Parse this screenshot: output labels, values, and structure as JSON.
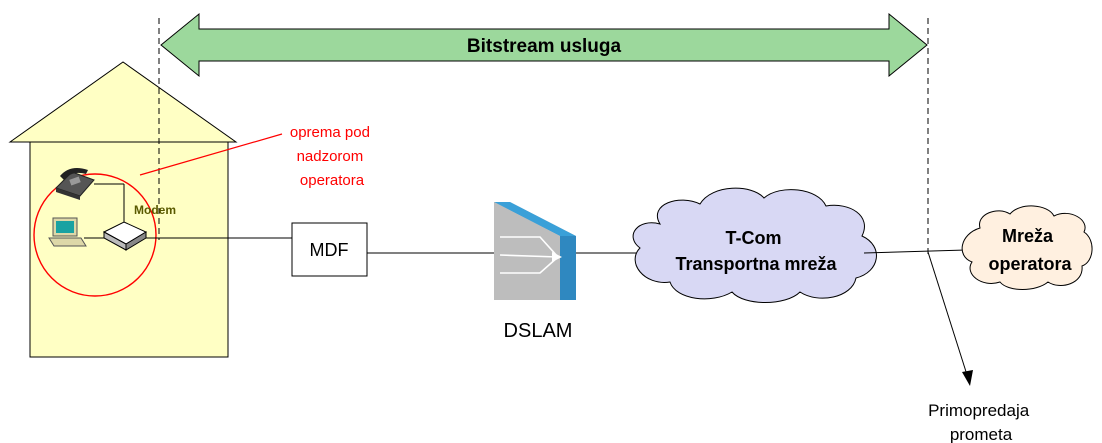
{
  "banner": {
    "label": "Bitstream usluga"
  },
  "customer_premises": {
    "annotation_lines": [
      "oprema pod",
      "nadzorom",
      "operatora"
    ],
    "modem_label": "Modem"
  },
  "mdf": {
    "label": "MDF"
  },
  "dslam": {
    "label": "DSLAM"
  },
  "tcom_cloud": {
    "lines": [
      "T-Com",
      "Transportna mreža"
    ]
  },
  "operator_cloud": {
    "lines": [
      "Mreža",
      "operatora"
    ]
  },
  "handover": {
    "lines": [
      "Primopredaja",
      "prometa"
    ]
  },
  "colors": {
    "banner_fill": "#9cd89c",
    "house_fill": "#ffffc4",
    "cloud_fill": "#d8d8f4",
    "operator_cloud_fill": "#fff0e0",
    "annotation_red": "#ff0000",
    "dslam_blue": "#3aa0d8"
  }
}
